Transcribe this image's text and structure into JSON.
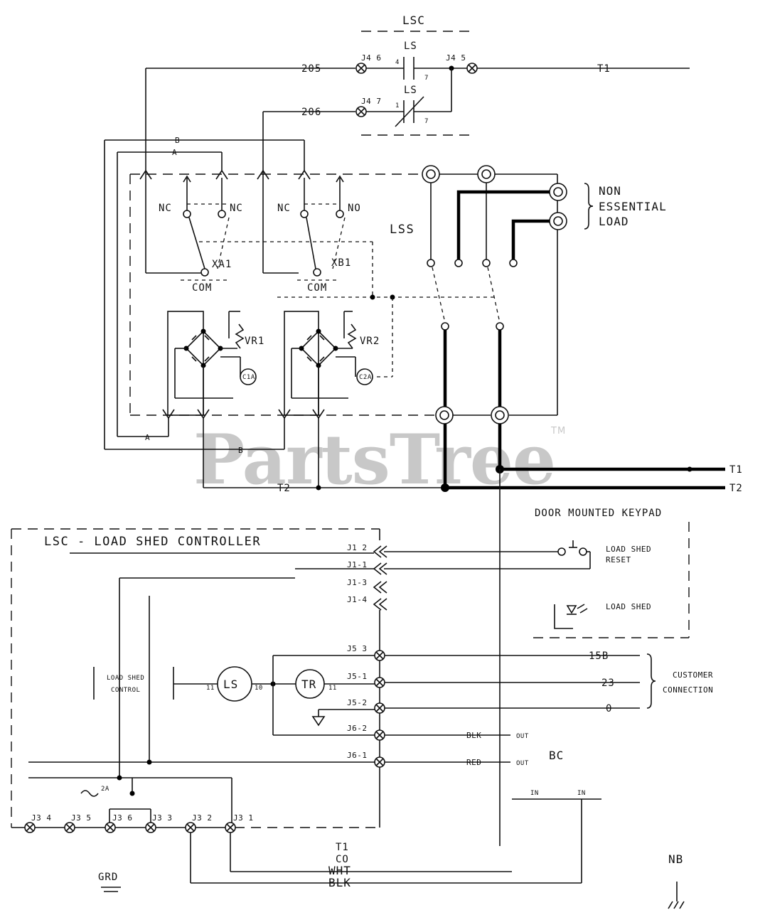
{
  "labels": {
    "lsc_top": "LSC",
    "ls_no": "LS",
    "ls_nc": "LS",
    "w205": "205",
    "w206": "206",
    "j4_6": "J4 6",
    "j4_7": "J4 7",
    "j4_5": "J4 5",
    "pin4": "4",
    "pin7a": "7",
    "pin1": "1",
    "pin7b": "7",
    "t1_top": "T1",
    "bus_b": "B",
    "bus_a": "A",
    "nc1": "NC",
    "nc2": "NC",
    "nc3": "NC",
    "no1": "NO",
    "xa1": "XA1",
    "xb1": "XB1",
    "com1": "COM",
    "com2": "COM",
    "lss": "LSS",
    "non_essential_1": "NON",
    "non_essential_2": "ESSENTIAL",
    "non_essential_3": "LOAD",
    "vr1": "VR1",
    "vr2": "VR2",
    "c1a": "C1A",
    "c2a": "C2A",
    "lbl_a_low": "A",
    "lbl_b_low": "B",
    "t2_wire": "T2",
    "t1_right": "T1",
    "t2_right": "T2",
    "door_keypad": "DOOR MOUNTED KEYPAD",
    "lsc_title": "LSC - LOAD SHED CONTROLLER",
    "j1_2": "J1 2",
    "j1_1": "J1-1",
    "j1_3": "J1-3",
    "j1_4": "J1-4",
    "load_shed_reset_1": "LOAD SHED",
    "load_shed_reset_2": "RESET",
    "load_shed_led": "LOAD SHED",
    "load_shed_control_1": "LOAD SHED",
    "load_shed_control_2": "CONTROL",
    "ls_coil": "LS",
    "tr": "TR",
    "pin11a": "11",
    "pin10": "10",
    "pin11b": "11",
    "j5_3": "J5 3",
    "j5_1": "J5-1",
    "j5_2": "J5-2",
    "j6_2": "J6-2",
    "j6_1": "J6-1",
    "w15b": "15B",
    "w23": "23",
    "w0": "0",
    "blk_1": "BLK",
    "red": "RED",
    "out1": "OUT",
    "out2": "OUT",
    "customer_1": "CUSTOMER",
    "customer_2": "CONNECTION",
    "bc": "BC",
    "in1": "IN",
    "in2": "IN",
    "fuse_2a": "2A",
    "j3_4": "J3 4",
    "j3_5": "J3 5",
    "j3_6": "J3 6",
    "j3_3": "J3 3",
    "j3_2": "J3 2",
    "j3_1": "J3 1",
    "t1_bottom": "T1",
    "co": "CO",
    "wht": "WHT",
    "blk_2": "BLK",
    "grd": "GRD",
    "nb": "NB"
  },
  "watermark": {
    "text": "PartsTree",
    "mark": "TM"
  }
}
